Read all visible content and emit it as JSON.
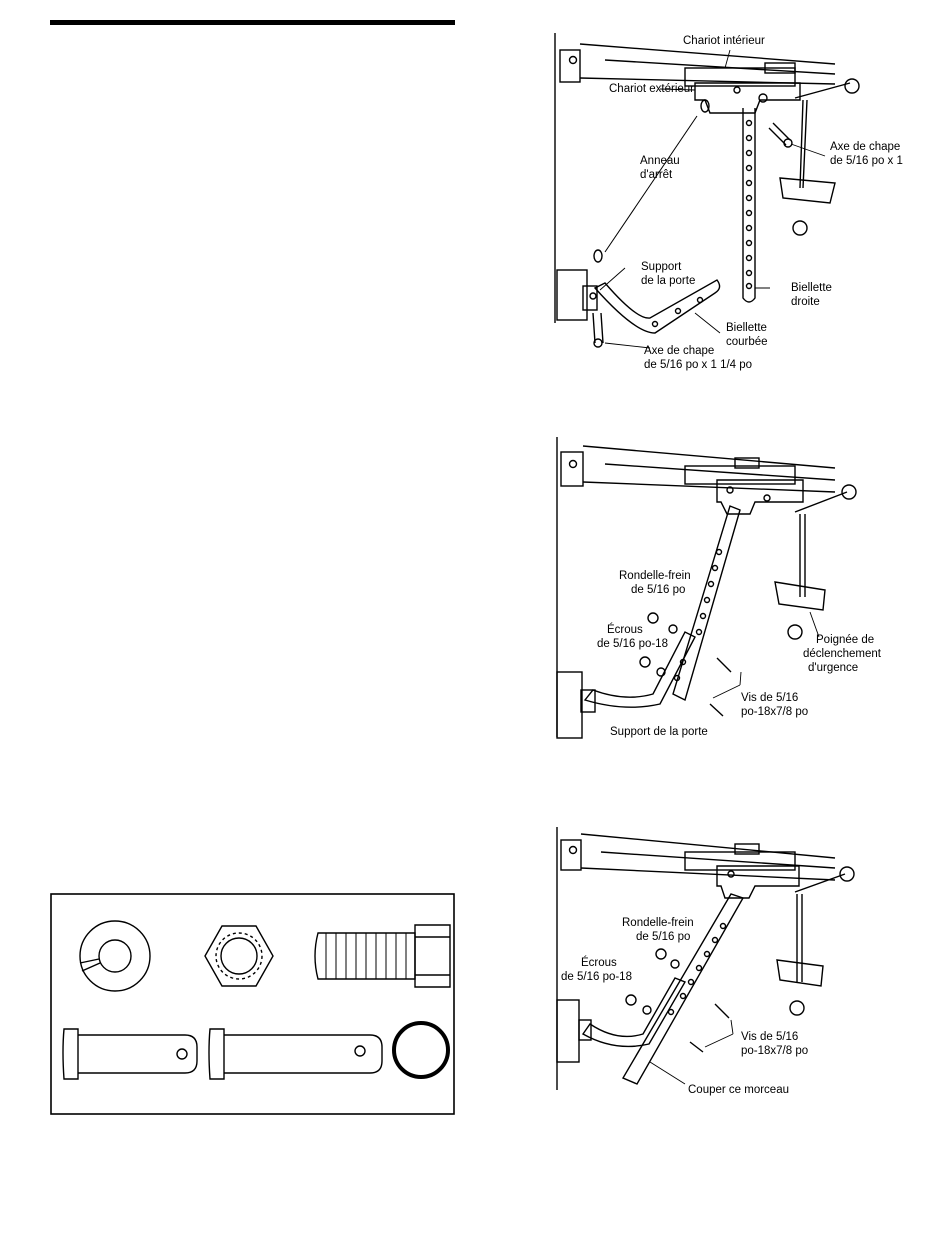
{
  "figure1": {
    "labels": {
      "inner_trolley": "Chariot intérieur",
      "outer_trolley": "Chariot extérieur",
      "clevis_pin_right_1": "Axe de chape",
      "clevis_pin_right_2": "de 5/16 po x 1",
      "ring_1": "Anneau",
      "ring_2": "d'arrêt",
      "bracket_1": "Support",
      "bracket_2": "de la porte",
      "straight_arm_1": "Biellette",
      "straight_arm_2": "droite",
      "curved_arm_1": "Biellette",
      "curved_arm_2": "courbée",
      "clevis_pin_bottom_1": "Axe de chape",
      "clevis_pin_bottom_2": "de 5/16 po x 1 1/4 po"
    }
  },
  "figure2": {
    "labels": {
      "lock_washer_1": "Rondelle-frein",
      "lock_washer_2": "de 5/16 po",
      "nuts_1": "Écrous",
      "nuts_2": "de 5/16 po-18",
      "emergency_1": "Poignée de",
      "emergency_2": "déclenchement",
      "emergency_3": "d'urgence",
      "screws_1": "Vis de 5/16",
      "screws_2": "po-18x7/8 po",
      "bracket": "Support de la porte"
    }
  },
  "figure3": {
    "labels": {
      "lock_washer_1": "Rondelle-frein",
      "lock_washer_2": "de 5/16 po",
      "nuts_1": "Écrous",
      "nuts_2": "de 5/16 po-18",
      "screws_1": "Vis de 5/16",
      "screws_2": "po-18x7/8 po",
      "cut": "Couper ce morceau"
    }
  }
}
